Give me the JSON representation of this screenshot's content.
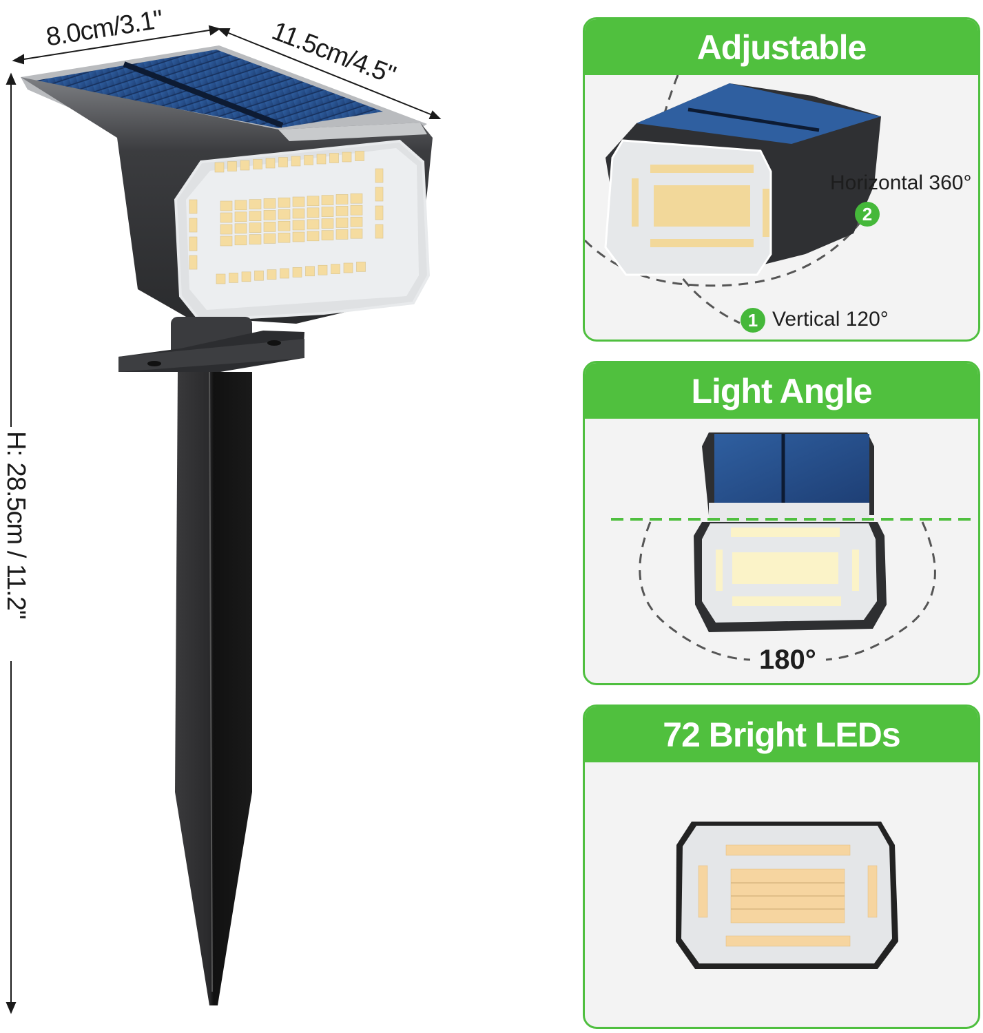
{
  "dimensions": {
    "width_label": "8.0cm/3.1\"",
    "depth_label": "11.5cm/4.5\"",
    "height_label": "H: 28.5cm / 11.2\""
  },
  "panels": [
    {
      "title": "Adjustable",
      "callouts": [
        {
          "number": "2",
          "label": "Horizontal 360°"
        },
        {
          "number": "1",
          "label": "Vertical 120°"
        }
      ]
    },
    {
      "title": "Light Angle",
      "angle_label": "180°"
    },
    {
      "title": "72 Bright LEDs"
    }
  ],
  "colors": {
    "accent_green": "#50c03e",
    "panel_bg": "#f3f3f3",
    "solar_blue": "#2b4f8a",
    "housing_dark": "#2e2f31",
    "led_warm": "#f5dca0"
  }
}
